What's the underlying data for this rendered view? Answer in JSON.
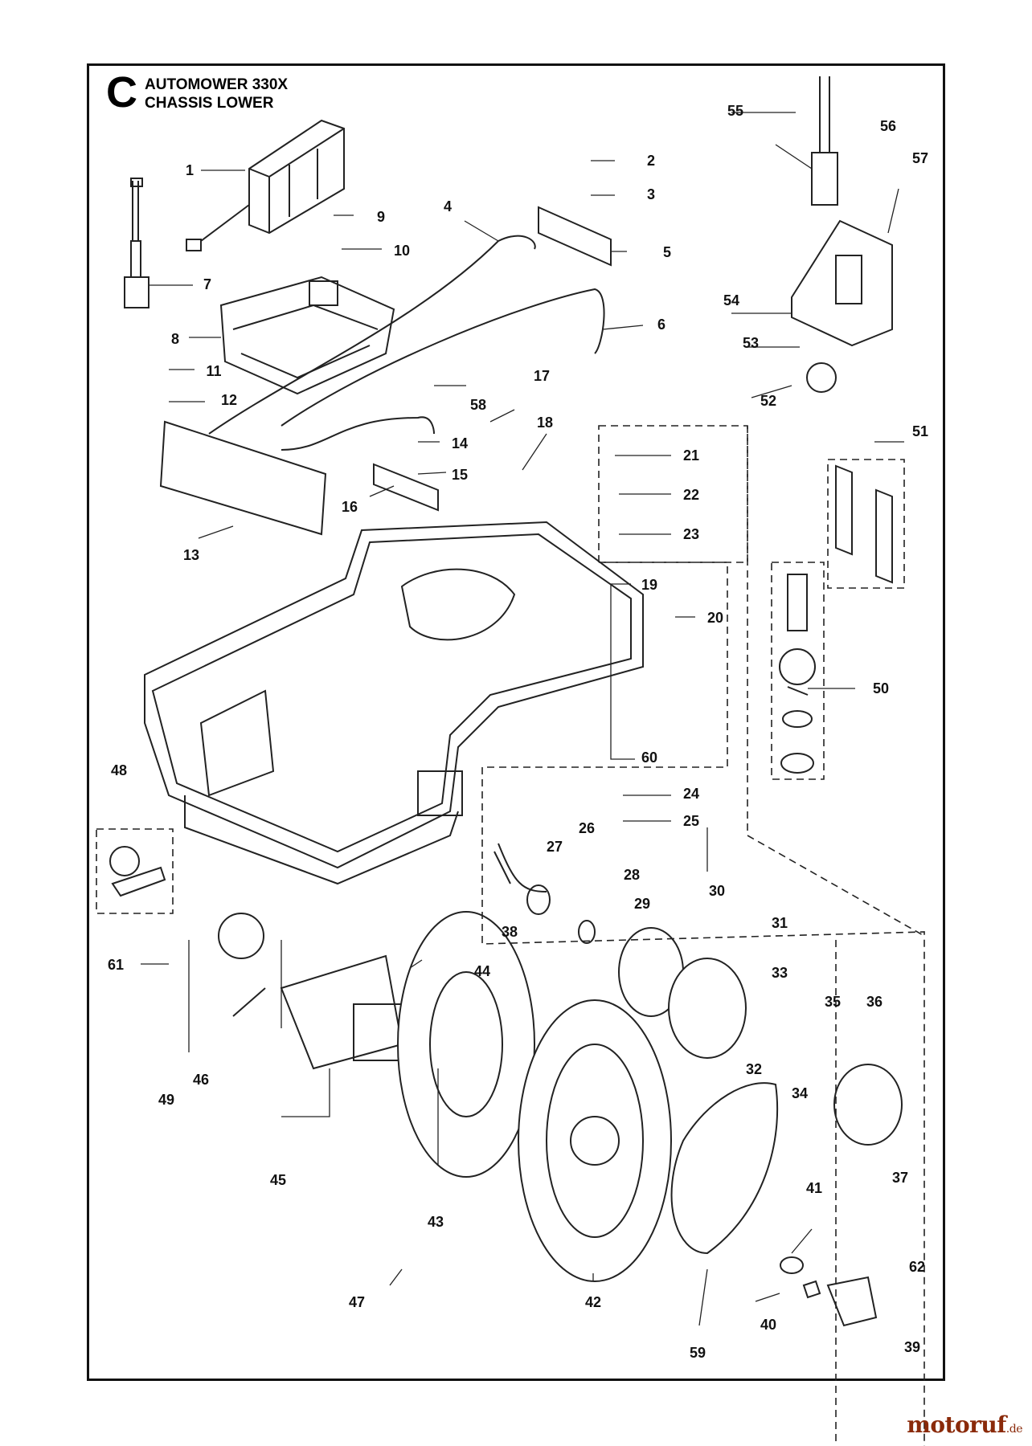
{
  "header": {
    "section_letter": "C",
    "model": "AUTOMOWER 330X",
    "subtitle": "CHASSIS LOWER"
  },
  "callouts": [
    "1",
    "2",
    "3",
    "4",
    "5",
    "6",
    "7",
    "8",
    "9",
    "10",
    "11",
    "12",
    "13",
    "14",
    "15",
    "16",
    "17",
    "18",
    "19",
    "20",
    "21",
    "22",
    "23",
    "24",
    "25",
    "26",
    "27",
    "28",
    "29",
    "30",
    "31",
    "32",
    "33",
    "34",
    "35",
    "36",
    "37",
    "38",
    "39",
    "40",
    "41",
    "42",
    "43",
    "44",
    "45",
    "46",
    "47",
    "48",
    "49",
    "50",
    "51",
    "52",
    "53",
    "54",
    "55",
    "56",
    "57",
    "58",
    "59",
    "60",
    "61",
    "62"
  ],
  "watermark": {
    "name": "motoruf",
    "tld": ".de"
  },
  "colors": {
    "line": "#222222",
    "watermark": "#8a2a0a"
  }
}
